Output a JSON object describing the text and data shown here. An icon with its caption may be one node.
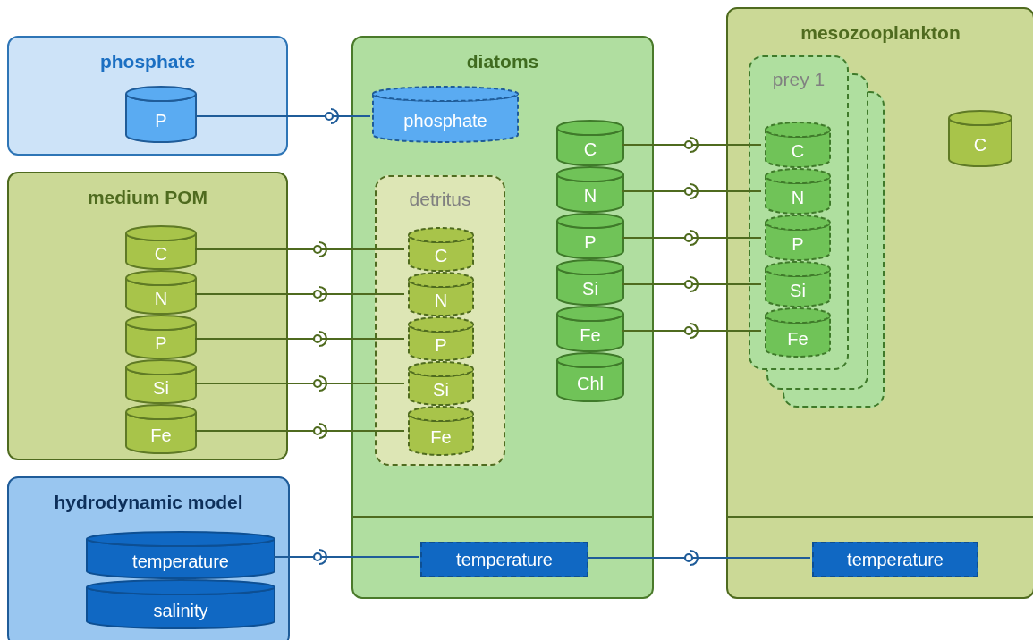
{
  "diagram": {
    "nodes": [
      {
        "text": [
          "phosphate"
        ]
      },
      {
        "text": [
          "P"
        ],
        "in": 0
      },
      {
        "text": [
          "medium POM"
        ]
      },
      {
        "text": [
          "C"
        ],
        "in": 2
      },
      {
        "text": [
          "N"
        ],
        "in": 2
      },
      {
        "text": [
          "P"
        ],
        "in": 2
      },
      {
        "text": [
          "Si"
        ],
        "in": 2
      },
      {
        "text": [
          "Fe"
        ],
        "in": 2
      },
      {
        "text": [
          "hydrodynamic model"
        ]
      },
      {
        "text": [
          "temperature"
        ],
        "in": 8
      },
      {
        "text": [
          "salinity"
        ],
        "in": 8
      },
      {
        "text": [
          "diatoms"
        ]
      },
      {
        "text": [
          "phosphate"
        ],
        "in": 11
      },
      {
        "text": [
          "detritus"
        ],
        "in": 11
      },
      {
        "text": [
          "C"
        ],
        "in": 13
      },
      {
        "text": [
          "N"
        ],
        "in": 13
      },
      {
        "text": [
          "P"
        ],
        "in": 13
      },
      {
        "text": [
          "Si"
        ],
        "in": 13
      },
      {
        "text": [
          "Fe"
        ],
        "in": 13
      },
      {
        "text": [
          "C"
        ],
        "in": 11
      },
      {
        "text": [
          "N"
        ],
        "in": 11
      },
      {
        "text": [
          "P"
        ],
        "in": 11
      },
      {
        "text": [
          "Si"
        ],
        "in": 11
      },
      {
        "text": [
          "Fe"
        ],
        "in": 11
      },
      {
        "text": [
          "Chl"
        ],
        "in": 11
      },
      {
        "text": [
          "temperature"
        ],
        "in": 11
      },
      {
        "text": [
          "mesozooplankton"
        ]
      },
      {
        "text": [
          "prey 1"
        ],
        "in": 26
      },
      {
        "text": [
          "C"
        ],
        "in": 27
      },
      {
        "text": [
          "N"
        ],
        "in": 27
      },
      {
        "text": [
          "P"
        ],
        "in": 27
      },
      {
        "text": [
          "Si"
        ],
        "in": 27
      },
      {
        "text": [
          "Fe"
        ],
        "in": 27
      },
      {
        "text": [
          "C"
        ],
        "in": 26
      },
      {
        "text": [
          "temperature"
        ],
        "in": 26
      }
    ],
    "edges": [
      {
        "from": 1,
        "to": 12,
        "arrow": "none",
        "color": "#1f5c99"
      },
      {
        "from": 3,
        "to": 14,
        "arrow": "none"
      },
      {
        "from": 4,
        "to": 15,
        "arrow": "none"
      },
      {
        "from": 5,
        "to": 16,
        "arrow": "none"
      },
      {
        "from": 6,
        "to": 17,
        "arrow": "none"
      },
      {
        "from": 7,
        "to": 18,
        "arrow": "none"
      },
      {
        "from": 19,
        "to": 28,
        "arrow": "none"
      },
      {
        "from": 20,
        "to": 29,
        "arrow": "none"
      },
      {
        "from": 21,
        "to": 30,
        "arrow": "none"
      },
      {
        "from": 22,
        "to": 31,
        "arrow": "none"
      },
      {
        "from": 23,
        "to": 32,
        "arrow": "none"
      },
      {
        "from": 9,
        "to": 25,
        "arrow": "none",
        "color": "#1f5c99"
      },
      {
        "from": 25,
        "to": 34,
        "arrow": "none",
        "color": "#1f5c99"
      }
    ]
  }
}
